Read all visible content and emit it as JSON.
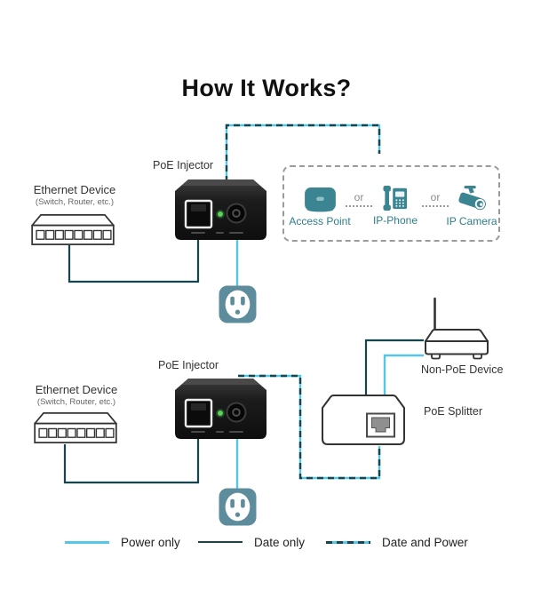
{
  "title": "How It Works?",
  "colors": {
    "power_line": "#54c7e8",
    "data_line": "#17454d",
    "device_icon_teal": "#3a8591",
    "teal_label": "#2f7e8a",
    "outlet_teal": "#5d8c9c",
    "outline_gray": "#333333",
    "dashed_box_border": "#9b9b9b",
    "led_green": "#57d35a"
  },
  "top_diagram": {
    "injector_label": "PoE Injector",
    "ethernet_label": "Ethernet Device",
    "ethernet_sublabel": "(Switch, Router, etc.)",
    "or_label": "or",
    "powered_devices": [
      {
        "icon": "access-point-icon",
        "label": "Access Point"
      },
      {
        "icon": "ip-phone-icon",
        "label": "IP-Phone"
      },
      {
        "icon": "ip-camera-icon",
        "label": "IP Camera"
      }
    ]
  },
  "bottom_diagram": {
    "injector_label": "PoE Injector",
    "ethernet_label": "Ethernet Device",
    "ethernet_sublabel": "(Switch, Router, etc.)",
    "non_poe_label": "Non-PoE Device",
    "splitter_label": "PoE Splitter"
  },
  "legend": {
    "items": [
      {
        "style": "power",
        "label": "Power only"
      },
      {
        "style": "data",
        "label": "Date only"
      },
      {
        "style": "data-power",
        "label": "Date and Power"
      }
    ]
  }
}
